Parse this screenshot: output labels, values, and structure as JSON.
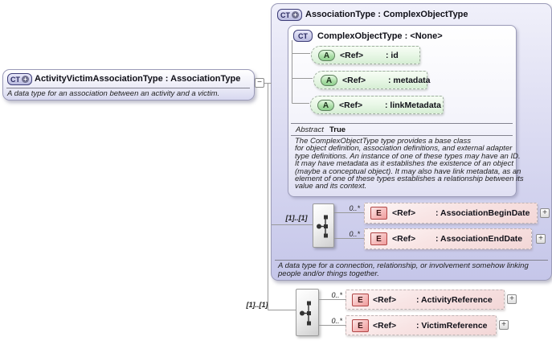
{
  "colors": {
    "type_box_fill": "#c5c6e9",
    "inner_box_fill": "#e0e0f3",
    "attribute_fill": "#d6eed4",
    "attribute_badge_green": "#8fd08f",
    "element_fill": "#f3d7d7",
    "element_badge_pink": "#ee9c9c",
    "element_badge_border": "#b04545",
    "ct_badge_border": "#3d3d78",
    "connector_gray": "#999999"
  },
  "root_type": {
    "badge": "CT",
    "badge_plus": "+",
    "title": "ActivityVictimAssociationType : AssociationType",
    "description": "A data type for an association between an activity and a victim.",
    "collapse_glyph": "−"
  },
  "base_type": {
    "badge": "CT",
    "badge_plus": "+",
    "title": "AssociationType : ComplexObjectType",
    "description": "A data type for a connection, relationship, or involvement somehow linking\npeople and/or things together.",
    "parent_type": {
      "badge": "CT",
      "title": "ComplexObjectType : <None>",
      "attributes": [
        {
          "badge": "A",
          "ref": "<Ref>",
          "name": ": id"
        },
        {
          "badge": "A",
          "ref": "<Ref>",
          "name": ": metadata"
        },
        {
          "badge": "A",
          "ref": "<Ref>",
          "name": ": linkMetadata"
        }
      ],
      "facet_label": "Abstract",
      "facet_value": "True",
      "description": "The ComplexObjectType type provides a base class\nfor object definition, association definitions, and external adapter\ntype definitions. An instance of one of these types may have an ID.\nIt may have metadata as it establishes the existence of an object\n(maybe a conceptual object). It may also have link metadata, as an\nelement of one of these types establishes a relationship between its\nvalue and its context."
    },
    "sequence": {
      "occurrence": "[1]..[1]",
      "elements": [
        {
          "badge": "E",
          "occurrence": "0..*",
          "ref": "<Ref>",
          "name": ": AssociationBeginDate",
          "expand": "+"
        },
        {
          "badge": "E",
          "occurrence": "0..*",
          "ref": "<Ref>",
          "name": ": AssociationEndDate",
          "expand": "+"
        }
      ]
    }
  },
  "content_sequence": {
    "occurrence": "[1]..[1]",
    "elements": [
      {
        "badge": "E",
        "occurrence": "0..*",
        "ref": "<Ref>",
        "name": ": ActivityReference",
        "expand": "+"
      },
      {
        "badge": "E",
        "occurrence": "0..*",
        "ref": "<Ref>",
        "name": ": VictimReference",
        "expand": "+"
      }
    ]
  }
}
